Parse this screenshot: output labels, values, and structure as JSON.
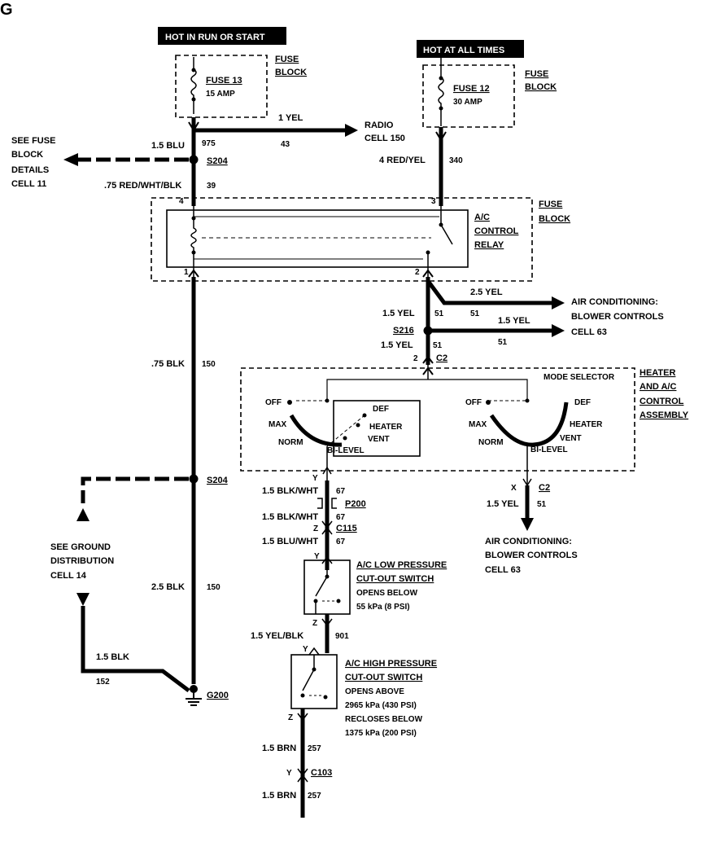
{
  "corner_label": "G",
  "hot_run_start": "HOT IN RUN OR START",
  "hot_all_times": "HOT AT ALL TIMES",
  "fuse13": {
    "name": "FUSE 13",
    "rating": "15 AMP"
  },
  "fuse12": {
    "name": "FUSE 12",
    "rating": "30 AMP"
  },
  "fuse_block_label_1": "FUSE",
  "fuse_block_label_2": "BLOCK",
  "radio": {
    "wire": "1 YEL",
    "circuit": "43",
    "line1": "RADIO",
    "line2": "CELL 150"
  },
  "see_fuse": {
    "l1": "SEE FUSE",
    "l2": "BLOCK",
    "l3": "DETAILS",
    "l4": "CELL 11"
  },
  "wire_975": {
    "gauge": "1.5 BLU",
    "circuit": "975"
  },
  "splice_s204_top": "S204",
  "wire_39": {
    "gauge": ".75 RED/WHT/BLK",
    "circuit": "39"
  },
  "wire_340": {
    "gauge": "4 RED/YEL",
    "circuit": "340"
  },
  "relay": {
    "l1": "A/C",
    "l2": "CONTROL",
    "l3": "RELAY",
    "pin1": "1",
    "pin2": "2",
    "pin3": "3",
    "pin4": "4"
  },
  "wire_150_top": {
    "gauge": ".75 BLK",
    "circuit": "150"
  },
  "wire_51_a": {
    "gauge": "2.5 YEL",
    "circuit": "51"
  },
  "aircon_1": {
    "l1": "AIR CONDITIONING:",
    "l2": "BLOWER CONTROLS",
    "l3": "CELL 63"
  },
  "wire_51_b": {
    "gauge": "1.5 YEL",
    "circuit": "51"
  },
  "splice_s216": "S216",
  "wire_51_c": {
    "gauge": "1.5 YEL",
    "circuit": "51"
  },
  "wire_51_d": {
    "gauge": "1.5 YEL",
    "circuit": "51"
  },
  "conn_c2": {
    "name": "C2",
    "pin": "2"
  },
  "heater": {
    "l1": "HEATER",
    "l2": "AND A/C",
    "l3": "CONTROL",
    "l4": "ASSEMBLY"
  },
  "mode_selector": "MODE SELECTOR",
  "switch_positions": {
    "off": "OFF",
    "max": "MAX",
    "norm": "NORM",
    "def": "DEF",
    "heater": "HEATER",
    "vent": "VENT",
    "bilevel": "BI-LEVEL"
  },
  "conn_y": "Y",
  "conn_x": "X",
  "conn_z": "Z",
  "conn_c2_b": "C2",
  "wire_67_a": {
    "gauge": "1.5 BLK/WHT",
    "circuit": "67"
  },
  "conn_p200": "P200",
  "wire_67_b": {
    "gauge": "1.5 BLK/WHT",
    "circuit": "67"
  },
  "conn_c115": "C115",
  "wire_67_c": {
    "gauge": "1.5 BLU/WHT",
    "circuit": "67"
  },
  "wire_51_e": {
    "gauge": "1.5 YEL",
    "circuit": "51"
  },
  "aircon_2": {
    "l1": "AIR CONDITIONING:",
    "l2": "BLOWER CONTROLS",
    "l3": "CELL 63"
  },
  "splice_s204_mid": "S204",
  "see_ground": {
    "l1": "SEE GROUND",
    "l2": "DISTRIBUTION",
    "l3": "CELL 14"
  },
  "wire_150_mid": {
    "gauge": "2.5 BLK",
    "circuit": "150"
  },
  "low_press": {
    "l1": "A/C LOW PRESSURE",
    "l2": "CUT-OUT SWITCH",
    "l3": "OPENS BELOW",
    "l4": "55 kPa (8 PSI)"
  },
  "wire_901": {
    "gauge": "1.5 YEL/BLK",
    "circuit": "901"
  },
  "wire_152": {
    "gauge": "1.5 BLK",
    "circuit": "152"
  },
  "ground_g200": "G200",
  "high_press": {
    "l1": "A/C HIGH PRESSURE",
    "l2": "CUT-OUT SWITCH",
    "l3": "OPENS ABOVE",
    "l4": "2965 kPa (430 PSI)",
    "l5": "RECLOSES BELOW",
    "l6": "1375 kPa (200 PSI)"
  },
  "wire_257_a": {
    "gauge": "1.5 BRN",
    "circuit": "257"
  },
  "conn_c103": "C103",
  "wire_257_b": {
    "gauge": "1.5 BRN",
    "circuit": "257"
  }
}
